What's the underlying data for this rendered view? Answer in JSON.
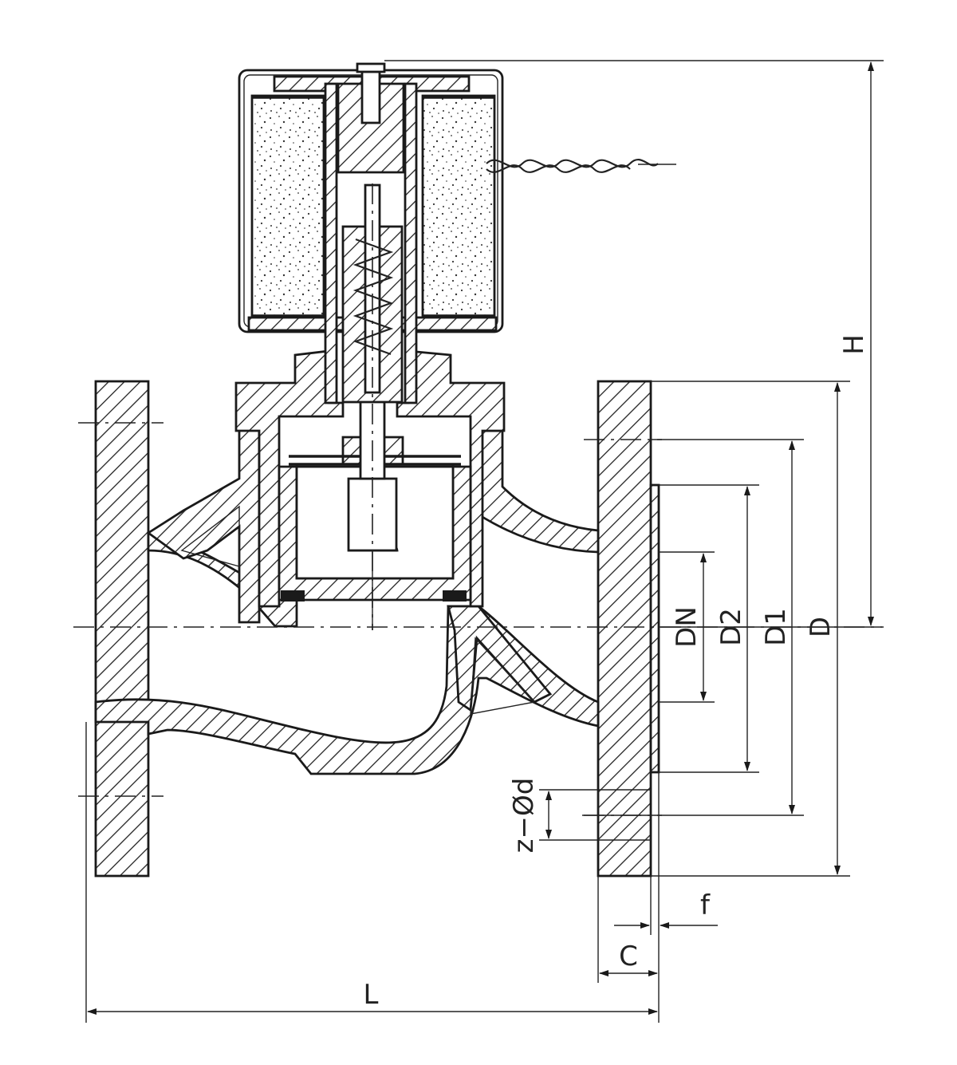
{
  "diagram": {
    "colors": {
      "line": "#1a1a1a",
      "background": "#ffffff"
    },
    "dimension_labels": {
      "height": "H",
      "nominal_diameter": "DN",
      "raised_face_diameter": "D2",
      "bolt_circle_diameter": "D1",
      "flange_outer_diameter": "D",
      "bolt_holes": "z−Ød",
      "raised_face_height": "f",
      "flange_thickness": "C",
      "face_to_face_length": "L"
    }
  }
}
